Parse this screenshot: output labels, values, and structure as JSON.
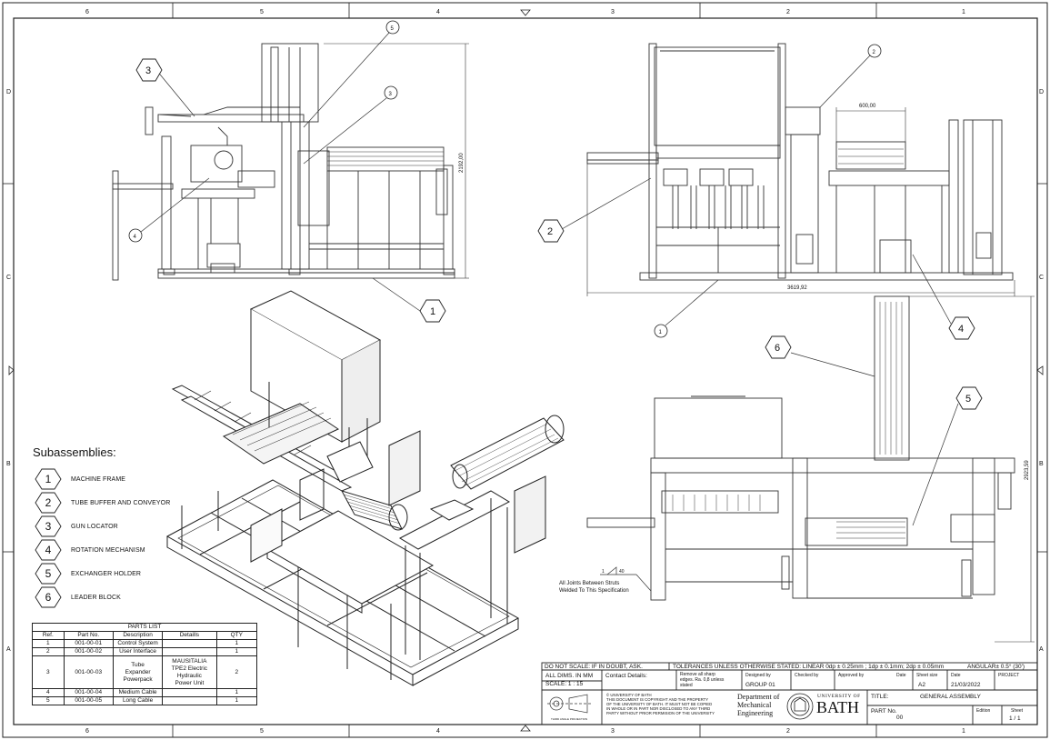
{
  "border": {
    "cols_top": [
      "6",
      "5",
      "4",
      "3",
      "2",
      "1"
    ],
    "cols_bottom": [
      "6",
      "5",
      "4",
      "3",
      "2",
      "1"
    ],
    "rows_left": [
      "D",
      "C",
      "B",
      "A"
    ],
    "rows_right": [
      "D",
      "C",
      "B",
      "A"
    ]
  },
  "balloons": {
    "left_view": [
      "5",
      "3",
      "3",
      "4",
      "1"
    ],
    "right_top_view": [
      "2",
      "2",
      "1",
      "4"
    ],
    "right_bottom_view": [
      "6",
      "5"
    ]
  },
  "dimensions": {
    "height_left": "2192,00",
    "width_600": "600,00",
    "width_total": "3619,92",
    "height_right": "2923,59"
  },
  "weld_note": {
    "symbol": "40",
    "leg": "1",
    "line1": "All Joints Between Struts",
    "line2": "Welded To This Specification"
  },
  "subassemblies": {
    "title": "Subassemblies:",
    "items": [
      {
        "num": "1",
        "label": "MACHINE FRAME"
      },
      {
        "num": "2",
        "label": "TUBE BUFFER AND CONVEYOR"
      },
      {
        "num": "3",
        "label": "GUN LOCATOR"
      },
      {
        "num": "4",
        "label": "ROTATION MECHANISM"
      },
      {
        "num": "5",
        "label": "EXCHANGER HOLDER"
      },
      {
        "num": "6",
        "label": "LEADER BLOCK"
      }
    ]
  },
  "parts_list": {
    "title": "PARTS LIST",
    "headers": [
      "Ref.",
      "Part No.",
      "Description",
      "Detaills",
      "QTY"
    ],
    "rows": [
      {
        "ref": "1",
        "part": "001-00-01",
        "desc": "Control System",
        "details": "",
        "qty": "1"
      },
      {
        "ref": "2",
        "part": "001-00-02",
        "desc": "User Interface",
        "details": "",
        "qty": "1"
      },
      {
        "ref": "3",
        "part": "001-00-03",
        "desc": "Tube Expander Powerpack",
        "details": "MAUSITALIA TPE2 Electric Hydraulic Power Unit",
        "qty": "2"
      },
      {
        "ref": "4",
        "part": "001-00-04",
        "desc": "Medium Cable",
        "details": "",
        "qty": "1"
      },
      {
        "ref": "5",
        "part": "001-00-05",
        "desc": "Long Cable",
        "details": "",
        "qty": "1"
      }
    ]
  },
  "title_block": {
    "do_not_scale": "DO NOT SCALE: IF IN DOUBT, ASK.",
    "tolerances": "TOLERANCES UNLESS OTHERWISE STATED: LINEAR 0dp ± 0.25mm ; 1dp ± 0.1mm; 2dp ± 0.05mm",
    "angular": "ANGULAR± 0.5° (30')",
    "dims": "ALL DIMS. IN MM",
    "scale": "SCALE: 1 : 15",
    "contact": "Contact Details:",
    "notes_line1": "Remove all sharp",
    "notes_line2": "edges.  Ra. 0,8 unless",
    "notes_line3": "stated",
    "designed_by": "Designed by",
    "designer": "GROUP 01",
    "checked_by": "Checked by",
    "approved_by": "Approved by",
    "date_label": "Date",
    "sheet_size_label": "Sheet size",
    "sheet_size": "A2",
    "date_label2": "Date",
    "date": "21/03/2022",
    "project": "PROJECT",
    "third_angle": "THIRD ANGLE PROJECTION",
    "copyright1": "© UNIVERSITY OF BATH",
    "copyright2": "THIS DOCUMENT IS COPYRIGHT AND THE PROPERTY",
    "copyright3": "OF THE UNIVERSITY OF BATH. IT MUST NOT BE COPIED",
    "copyright4": "IN WHOLE OR IN PART NOR DISCLOSED TO ANY THIRD",
    "copyright5": "PARTY WITHOUT PRIOR PERMISION OF THE UNIVERSITY",
    "dept1": "Department of",
    "dept2": "Mechanical",
    "dept3": "Engineering",
    "uni_small": "UNIVERSITY OF",
    "uni_big": "BATH",
    "title_label": "TITLE:",
    "title": "GENERAL ASSEMBLY",
    "part_no_label": "PART No.",
    "part_no": "00",
    "edition_label": "Edition",
    "sheet_label": "Sheet",
    "sheet": "1 / 1"
  }
}
